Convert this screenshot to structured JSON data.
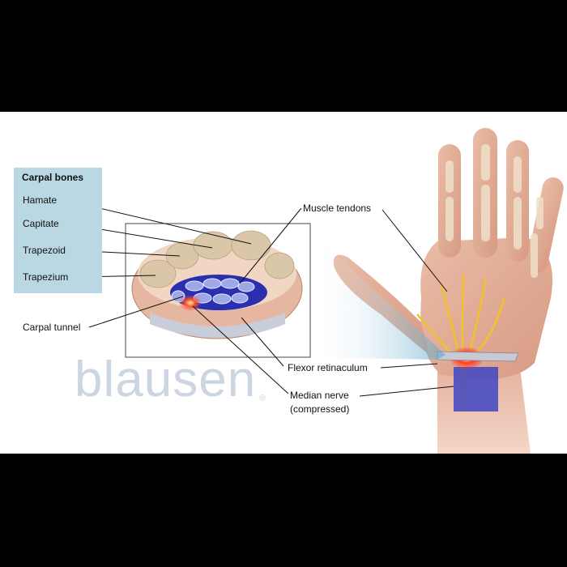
{
  "legend": {
    "title": "Carpal bones",
    "items": [
      "Hamate",
      "Capitate",
      "Trapezoid",
      "Trapezium"
    ]
  },
  "labels": {
    "carpal_tunnel": "Carpal tunnel",
    "muscle_tendons": "Muscle tendons",
    "flexor_retinaculum": "Flexor retinaculum",
    "median_nerve_line1": "Median nerve",
    "median_nerve_line2": "(compressed)"
  },
  "watermark": {
    "text": "blausen",
    "mark": "®"
  },
  "colors": {
    "legend_bg": "#b9d8e4",
    "skin": "#e8b8a2",
    "bone": "#e6d3b4",
    "tunnel": "#2a2fb0",
    "nerve": "#f2c62a",
    "inflammation": "#e63a2a",
    "watermark": "#cbd6e2"
  }
}
